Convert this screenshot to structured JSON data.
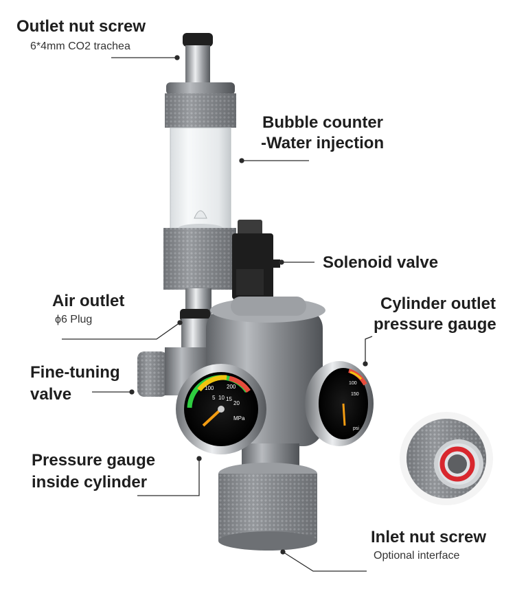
{
  "labels": {
    "outlet_nut": {
      "title": "Outlet nut screw",
      "subtitle": "6*4mm CO2 trachea"
    },
    "bubble_counter": {
      "line1": "Bubble counter",
      "line2": "-Water injection"
    },
    "solenoid": {
      "title": "Solenoid valve"
    },
    "air_outlet": {
      "title": "Air outlet",
      "subtitle": "ϕ6 Plug"
    },
    "cylinder_outlet_gauge": {
      "line1": "Cylinder outlet",
      "line2": "pressure gauge"
    },
    "fine_tuning": {
      "line1": "Fine-tuning",
      "line2": "valve"
    },
    "pressure_gauge_inside": {
      "line1": "Pressure gauge",
      "line2": "inside cylinder"
    },
    "inlet_nut": {
      "title": "Inlet nut screw",
      "subtitle": "Optional interface"
    }
  },
  "gauge_markings": {
    "left_unit": "MPa",
    "left_ticks": [
      "5",
      "10",
      "15",
      "20",
      "100",
      "200"
    ],
    "right_ticks": [
      "100",
      "150"
    ],
    "right_unit": "psi"
  },
  "colors": {
    "metal": "#8a8d91",
    "metal_dark": "#5f6266",
    "metal_light": "#c9cbce",
    "leader": "#2a2a2a",
    "seal_red": "#d8272e"
  }
}
